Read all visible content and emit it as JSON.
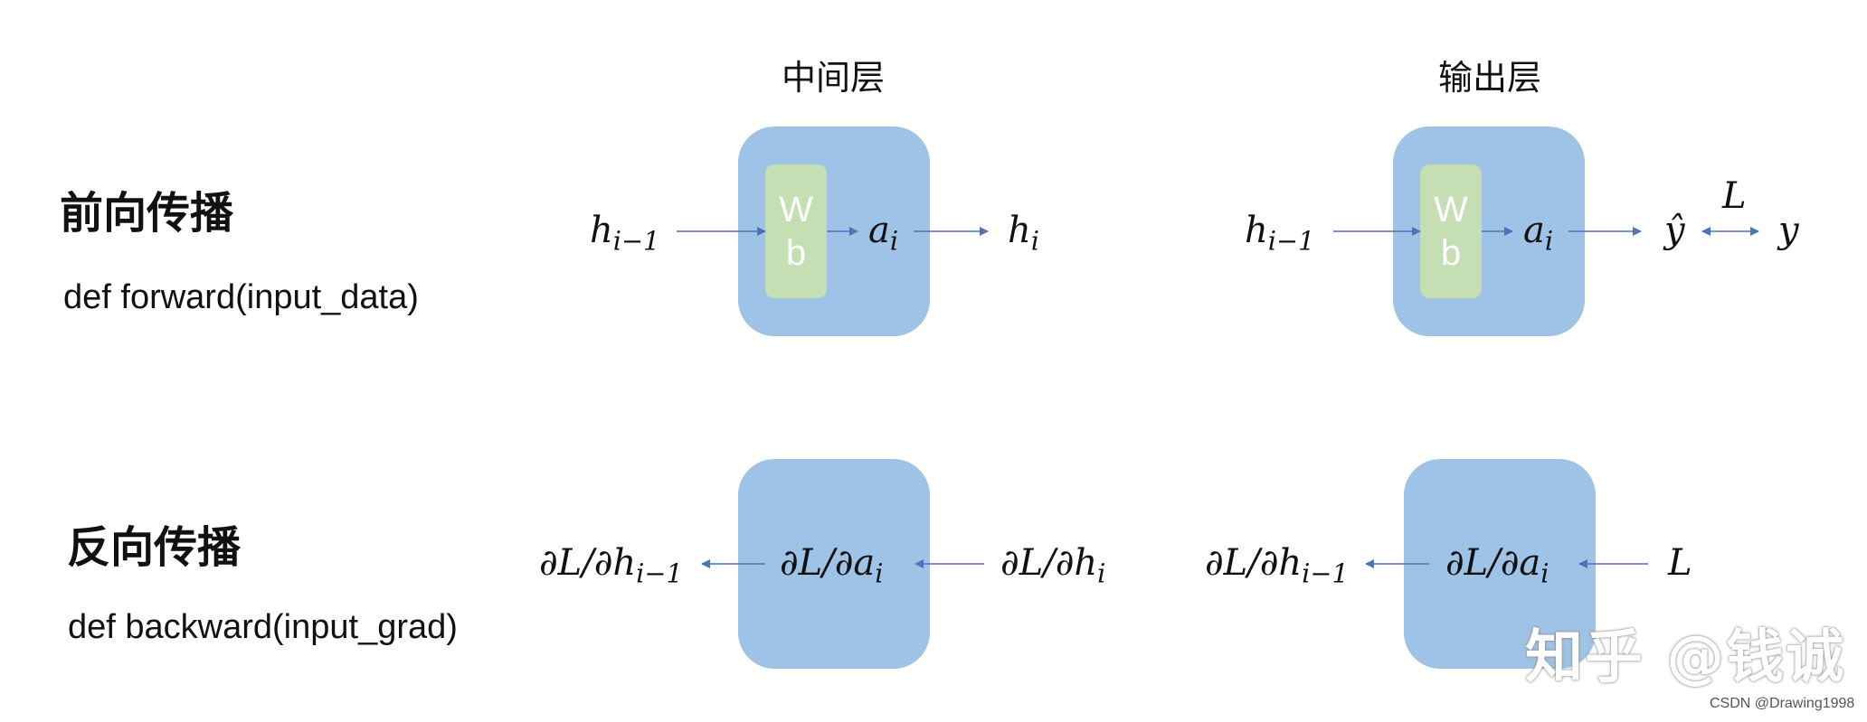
{
  "columns": {
    "hidden": "中间层",
    "output": "输出层"
  },
  "forward": {
    "title": "前向传播",
    "code": "def forward(input_data)",
    "hidden": {
      "input": "h",
      "input_sub": "i−1",
      "weight": "W",
      "bias": "b",
      "activation": "a",
      "activation_sub": "i",
      "output": "h",
      "output_sub": "i"
    },
    "output": {
      "input": "h",
      "input_sub": "i−1",
      "weight": "W",
      "bias": "b",
      "activation": "a",
      "activation_sub": "i",
      "prediction": "ŷ",
      "loss": "L",
      "target": "y"
    }
  },
  "backward": {
    "title": "反向传播",
    "code": "def backward(input_grad)",
    "hidden": {
      "left": "∂L/∂h",
      "left_sub": "i−1",
      "center": "∂L/∂a",
      "center_sub": "i",
      "right": "∂L/∂h",
      "right_sub": "i"
    },
    "output": {
      "left": "∂L/∂h",
      "left_sub": "i−1",
      "center": "∂L/∂a",
      "center_sub": "i",
      "right": "L"
    }
  },
  "watermark": "知乎 @钱诚",
  "credit": "CSDN @Drawing1998",
  "colors": {
    "block": "#9fc3e6",
    "param": "#c4dfb4",
    "arrow": "#4a72b8"
  }
}
